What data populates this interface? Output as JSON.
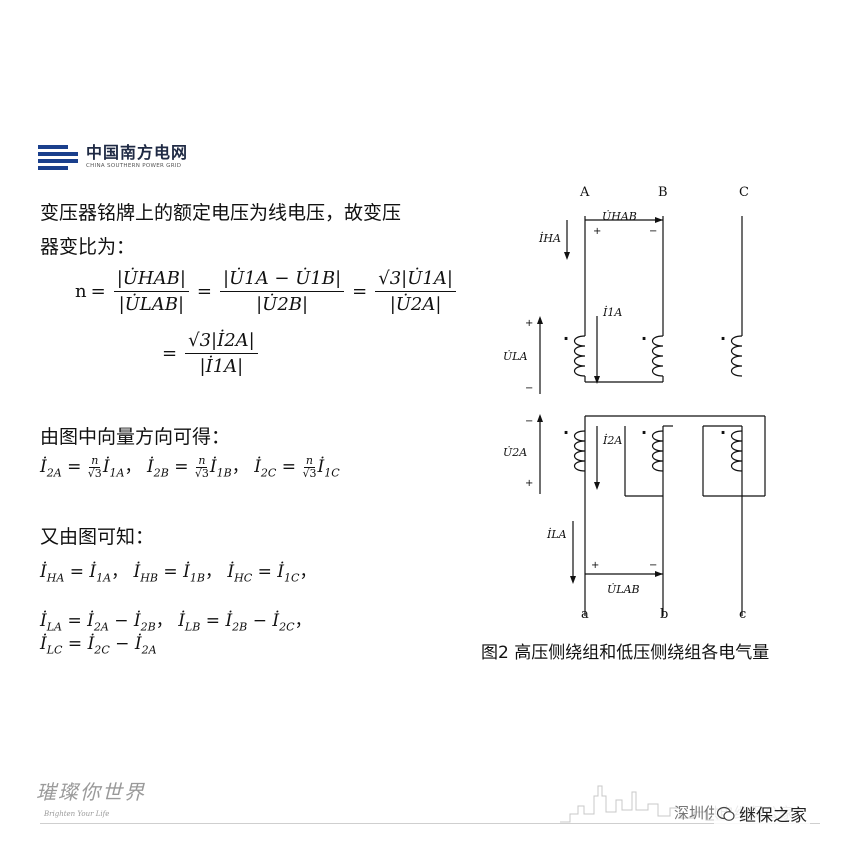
{
  "logo": {
    "cn": "中国南方电网",
    "en": "CHINA SOUTHERN POWER GRID"
  },
  "intro": {
    "line1": "变压器铭牌上的额定电压为线电压，故变压",
    "line2": "器变比为："
  },
  "ratio": {
    "n": "n",
    "eq": "=",
    "f1_num": "|U̇HAB|",
    "f1_den": "|U̇LAB|",
    "f2_num": "|U̇1A − U̇1B|",
    "f2_den": "|U̇2B|",
    "f3_num": "√3|U̇1A|",
    "f3_den": "|U̇2A|",
    "f4_num": "√3|İ2A|",
    "f4_den": "|İ1A|"
  },
  "section2": {
    "heading": "由图中向量方向可得："
  },
  "section3": {
    "heading": "又由图可知："
  },
  "eq_sep": "，",
  "diagram": {
    "phases_high": [
      "A",
      "B",
      "C"
    ],
    "phases_low": [
      "a",
      "b",
      "c"
    ],
    "labels": {
      "U_HAB": "U̇HAB",
      "I_HA": "İHA",
      "I_1A": "İ1A",
      "U_LA": "U̇LA",
      "U_2A": "U̇2A",
      "I_2A": "İ2A",
      "I_LA": "İLA",
      "U_LAB": "U̇LAB"
    },
    "plus": "+",
    "minus": "−",
    "dot": "·"
  },
  "caption": "图2 高压侧绕组和低压侧绕组各电气量",
  "footer": {
    "calligraphy": "璀璨你世界",
    "tagline": "Brighten Your Life",
    "watermark": "深圳供电继保公家",
    "badge": "继保之家"
  }
}
